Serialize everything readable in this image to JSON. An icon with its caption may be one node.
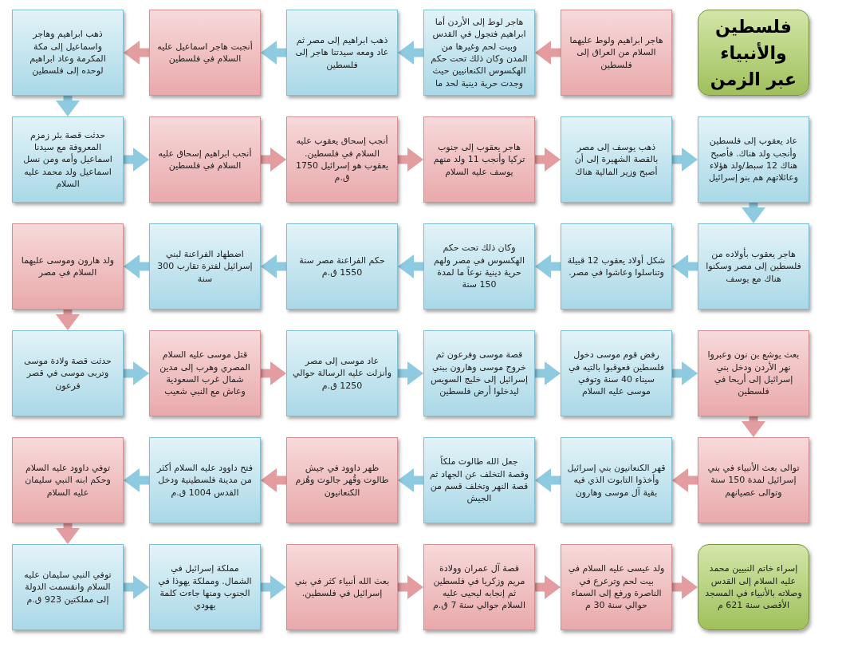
{
  "diagram": {
    "nodes": [
      {
        "text": [
          "فلسطين والأنبياء عبر الزمن"
        ]
      },
      {
        "text": [
          "هاجر ابراهيم ولوط عليهما السلام من العراق إلى فلسطين"
        ]
      },
      {
        "text": [
          "هاجر لوط إلى الأردن أما ابراهيم فتجول في القدس وبيت لحم وغيرها من المدن وكان ذلك تحت حكم الهكسوس الكنعانيين حيث وجدت حرية دينية لحد ما"
        ]
      },
      {
        "text": [
          "ذهب ابراهيم إلى مصر ثم عاد ومعه سيدتنا هاجر إلى فلسطين"
        ]
      },
      {
        "text": [
          "أنجبت هاجر اسماعيل عليه السلام في فلسطين"
        ]
      },
      {
        "text": [
          "ذهب ابراهيم وهاجر واسماعيل إلى مكة المكرمة وعاد ابراهيم لوحده إلى فلسطين"
        ]
      },
      {
        "text": [
          "حدثت قصة بئر زمزم المعروفة مع سيدنا اسماعيل وأمه ومن نسل اسماعيل ولد محمد عليه السلام"
        ]
      },
      {
        "text": [
          "أنجب ابراهيم إسحاق عليه السلام في فلسطين"
        ]
      },
      {
        "text": [
          "أنجب إسحاق يعقوب عليه السلام في فلسطين. يعقوب هو إسرائيل 1750 ق.م"
        ]
      },
      {
        "text": [
          "هاجر يعقوب إلى جنوب تركيا وأنجب 11 ولد منهم يوسف عليه السلام"
        ]
      },
      {
        "text": [
          "ذهب يوسف إلى مصر بالقصة الشهيرة إلى أن أصبح وزير المالية هناك"
        ]
      },
      {
        "text": [
          "عاد يعقوب إلى فلسطين وأنجب ولد هناك. فأصبح هناك 12 سبط/ولد هؤلاء وعائلاتهم هم بنو إسرائيل"
        ]
      },
      {
        "text": [
          "هاجر يعقوب بأولاده من فلسطين إلى مصر وسكنوا هناك مع يوسف"
        ]
      },
      {
        "text": [
          "شكل أولاد يعقوب 12 قبيلة وتناسلوا وعاشوا في مصر."
        ]
      },
      {
        "text": [
          "وكان ذلك تحت حكم الهكسوس في مصر ولهم حرية دينية نوعاً ما لمدة 150 سنة"
        ]
      },
      {
        "text": [
          "حكم الفراعنة مصر سنة 1550 ق.م"
        ]
      },
      {
        "text": [
          "اضطهاد الفراعنة لبني إسرائيل لفترة تقارب 300 سنة"
        ]
      },
      {
        "text": [
          "ولد هارون وموسى عليهما السلام في مصر"
        ]
      },
      {
        "text": [
          "حدثت قصة ولادة موسى وتربى موسى في قصر فرعون"
        ]
      },
      {
        "text": [
          "قتل موسى عليه السلام المصري وهرب إلى مدين شمال غرب السعودية وعاش مع النبي شعيب"
        ]
      },
      {
        "text": [
          "عاد موسى إلى مصر وأنزلت عليه الرسالة حوالي 1250 ق.م"
        ]
      },
      {
        "text": [
          "قصة موسى وفرعون ثم خروج موسى وهارون ببني إسرائيل إلى خليج السويس ليدخلوا أرض فلسطين"
        ]
      },
      {
        "text": [
          "رفض قوم موسى دخول فلسطين فعوقبوا بالتيه في سيناء 40 سنة وتوفي موسى عليه السلام"
        ]
      },
      {
        "text": [
          "بعث يوشع بن نون وعبروا نهر الأردن ودخل بني إسرائيل إلى أريحا في فلسطين"
        ]
      },
      {
        "text": [
          "توالى بعث الأنبياء في بني إسرائيل لمدة 150 سنة وتوالى عصيانهم"
        ]
      },
      {
        "text": [
          "قهر الكنعانيون بني إسرائيل وأخذوا التابوت الذي فيه بقية آل موسى وهارون"
        ]
      },
      {
        "text": [
          "جعل الله طالوت ملكاً وقصة التخلف عن الجهاد ثم قصة النهر وتخلف قسم من الجيش"
        ]
      },
      {
        "text": [
          "ظهر داوود في جيش طالوت وقُهر جالوت وهُزم الكنعانيون"
        ]
      },
      {
        "text": [
          "فتح داوود عليه السلام أكثر من مدينة فلسطينية ودخل القدس 1004 ق.م"
        ]
      },
      {
        "text": [
          "توفي داوود عليه السلام وحكم ابنه النبي سليمان عليه السلام"
        ]
      },
      {
        "text": [
          "توفي النبي سليمان عليه السلام وانقسمت الدولة إلى مملكتين 923 ق.م"
        ]
      },
      {
        "text": [
          "مملكة إسرائيل في الشمال. ومملكة يهوذا في الجنوب ومنها جاءت كلمة يهودي"
        ]
      },
      {
        "text": [
          "بعث الله أنبياء كثر في بني إسرائيل في فلسطين."
        ]
      },
      {
        "text": [
          "قصة آل عمران وولادة مريم وزكريا في فلسطين ثم إنجابه ليحيى عليه السلام حوالي سنة 7 ق.م"
        ]
      },
      {
        "text": [
          "ولد عيسى عليه السلام في بيت لحم وترعرع في الناصرة ورفع إلى السماء حوالي سنة 30 م"
        ]
      },
      {
        "text": [
          "إسراء خاتم النبيين محمد عليه السلام إلى القدس وصلاته بالأنبياء في المسجد الأقصى سنة 621 م"
        ]
      }
    ],
    "edges": [
      {
        "from": 1,
        "to": 2,
        "arrow": "to"
      },
      {
        "from": 2,
        "to": 3,
        "arrow": "to"
      },
      {
        "from": 3,
        "to": 4,
        "arrow": "to"
      },
      {
        "from": 4,
        "to": 5,
        "arrow": "to"
      },
      {
        "from": 5,
        "to": 6,
        "arrow": "to"
      },
      {
        "from": 6,
        "to": 7,
        "arrow": "to"
      },
      {
        "from": 7,
        "to": 8,
        "arrow": "to"
      },
      {
        "from": 8,
        "to": 9,
        "arrow": "to"
      },
      {
        "from": 9,
        "to": 10,
        "arrow": "to"
      },
      {
        "from": 10,
        "to": 11,
        "arrow": "to"
      },
      {
        "from": 11,
        "to": 12,
        "arrow": "to"
      },
      {
        "from": 12,
        "to": 13,
        "arrow": "to"
      },
      {
        "from": 13,
        "to": 14,
        "arrow": "to"
      },
      {
        "from": 14,
        "to": 15,
        "arrow": "to"
      },
      {
        "from": 15,
        "to": 16,
        "arrow": "to"
      },
      {
        "from": 16,
        "to": 17,
        "arrow": "to"
      },
      {
        "from": 17,
        "to": 18,
        "arrow": "to"
      },
      {
        "from": 18,
        "to": 19,
        "arrow": "to"
      },
      {
        "from": 19,
        "to": 20,
        "arrow": "to"
      },
      {
        "from": 20,
        "to": 21,
        "arrow": "to"
      },
      {
        "from": 21,
        "to": 22,
        "arrow": "to"
      },
      {
        "from": 22,
        "to": 23,
        "arrow": "to"
      },
      {
        "from": 23,
        "to": 24,
        "arrow": "to"
      },
      {
        "from": 24,
        "to": 25,
        "arrow": "to"
      },
      {
        "from": 25,
        "to": 26,
        "arrow": "to"
      },
      {
        "from": 26,
        "to": 27,
        "arrow": "to"
      },
      {
        "from": 27,
        "to": 28,
        "arrow": "to"
      },
      {
        "from": 28,
        "to": 29,
        "arrow": "to"
      },
      {
        "from": 29,
        "to": 30,
        "arrow": "to"
      },
      {
        "from": 30,
        "to": 31,
        "arrow": "to"
      },
      {
        "from": 31,
        "to": 32,
        "arrow": "to"
      },
      {
        "from": 32,
        "to": 33,
        "arrow": "to"
      },
      {
        "from": 33,
        "to": 34,
        "arrow": "to"
      },
      {
        "from": 34,
        "to": 35,
        "arrow": "to"
      }
    ]
  }
}
